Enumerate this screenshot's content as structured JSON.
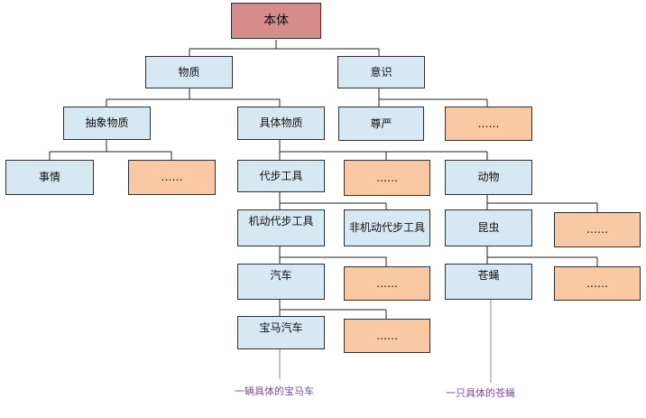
{
  "nodes": {
    "root": "本体",
    "matter": "物质",
    "consciousness": "意识",
    "abstract_matter": "抽象物质",
    "concrete_matter": "具体物质",
    "dignity": "尊严",
    "consciousness_more": "……",
    "affair": "事情",
    "abstract_more": "……",
    "transport": "代步工具",
    "concrete_more": "……",
    "animal": "动物",
    "motor_transport": "机动代步工具",
    "non_motor_transport": "非机动代步工具",
    "insect": "昆虫",
    "animal_more": "……",
    "car": "汽车",
    "motor_more": "……",
    "fly": "苍蝇",
    "insect_more": "……",
    "bmw": "宝马汽车",
    "car_more": "……"
  },
  "annotations": {
    "bmw_instance": "一辆具体的宝马车",
    "fly_instance": "一只具体的苍蝇"
  },
  "colors": {
    "root_fill": "#d68c8a",
    "node_fill": "#d6e8f1",
    "placeholder_fill": "#f9c9a3",
    "annotation_text": "#7a4aa0"
  }
}
